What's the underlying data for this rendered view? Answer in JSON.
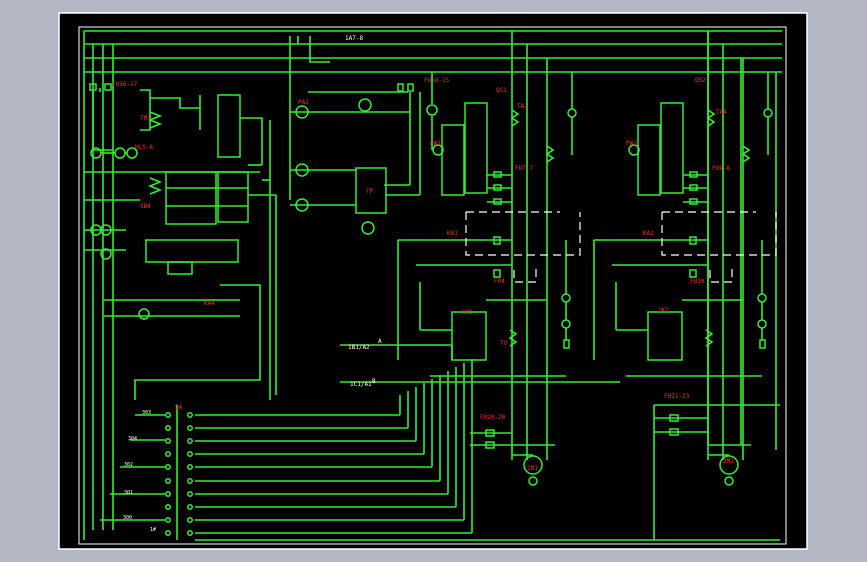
{
  "colors": {
    "background": "#b4b8c4",
    "sheet": "#000000",
    "frame": "#ffffff",
    "wire": "#33ee33",
    "label": "#ff2a2a",
    "white_wire": "#ffffff"
  },
  "labels": {
    "fu": "FU16-17",
    "tm1": "TM1",
    "hl": "HL5-6",
    "sb": "SB4",
    "ka": "1A7-8",
    "fu2": "FU18-15",
    "qs1": "QS1",
    "qs2": "QS2",
    "ta1": "TA1",
    "ta4": "TA4",
    "pa2": "PA2",
    "pw1": "PW1",
    "pw2": "PW2",
    "fu7": "FU7-7",
    "fu8": "FU9-8",
    "kk1": "1K1",
    "kk2": "1K2",
    "fu4": "FU4",
    "fu10": "FU10",
    "ka1": "KA1",
    "ka2": "KA2",
    "ka4": "KA4",
    "tv": "TV",
    "a": "A",
    "b": "B",
    "in1": "1B1/A2",
    "in2": "1C1/A1",
    "fuc": "FU20-20",
    "fud": "FU21-23",
    "m1": "1M1",
    "m2": "2M2",
    "tp": "TP",
    "sa": "SA",
    "x1": "303",
    "x2": "304",
    "x3": "302",
    "x4": "301",
    "x5": "300",
    "x6": "1#"
  }
}
